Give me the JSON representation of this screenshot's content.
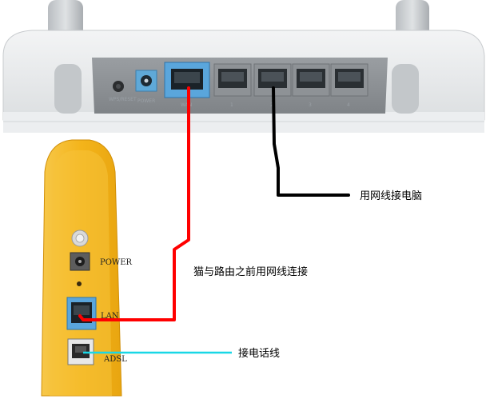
{
  "router": {
    "reset_label": "WPS/RESET",
    "power_label": "POWER",
    "wan_label": "WAN",
    "lan_port_labels": [
      "1",
      "2",
      "3",
      "4"
    ]
  },
  "modem": {
    "power_label": "POWER",
    "lan_label": "LAN",
    "adsl_label": "ADSL"
  },
  "annotations": {
    "computer_cable": "用网线接电脑",
    "modem_router_cable": "猫与路由之前用网线连接",
    "phone_line": "接电话线"
  },
  "colors": {
    "modem_router_cable": "#ff0000",
    "computer_cable": "#000000",
    "phone_line": "#19d7e6",
    "modem_body": "#f4b41a",
    "wan_port_highlight": "#5aa6dc"
  }
}
